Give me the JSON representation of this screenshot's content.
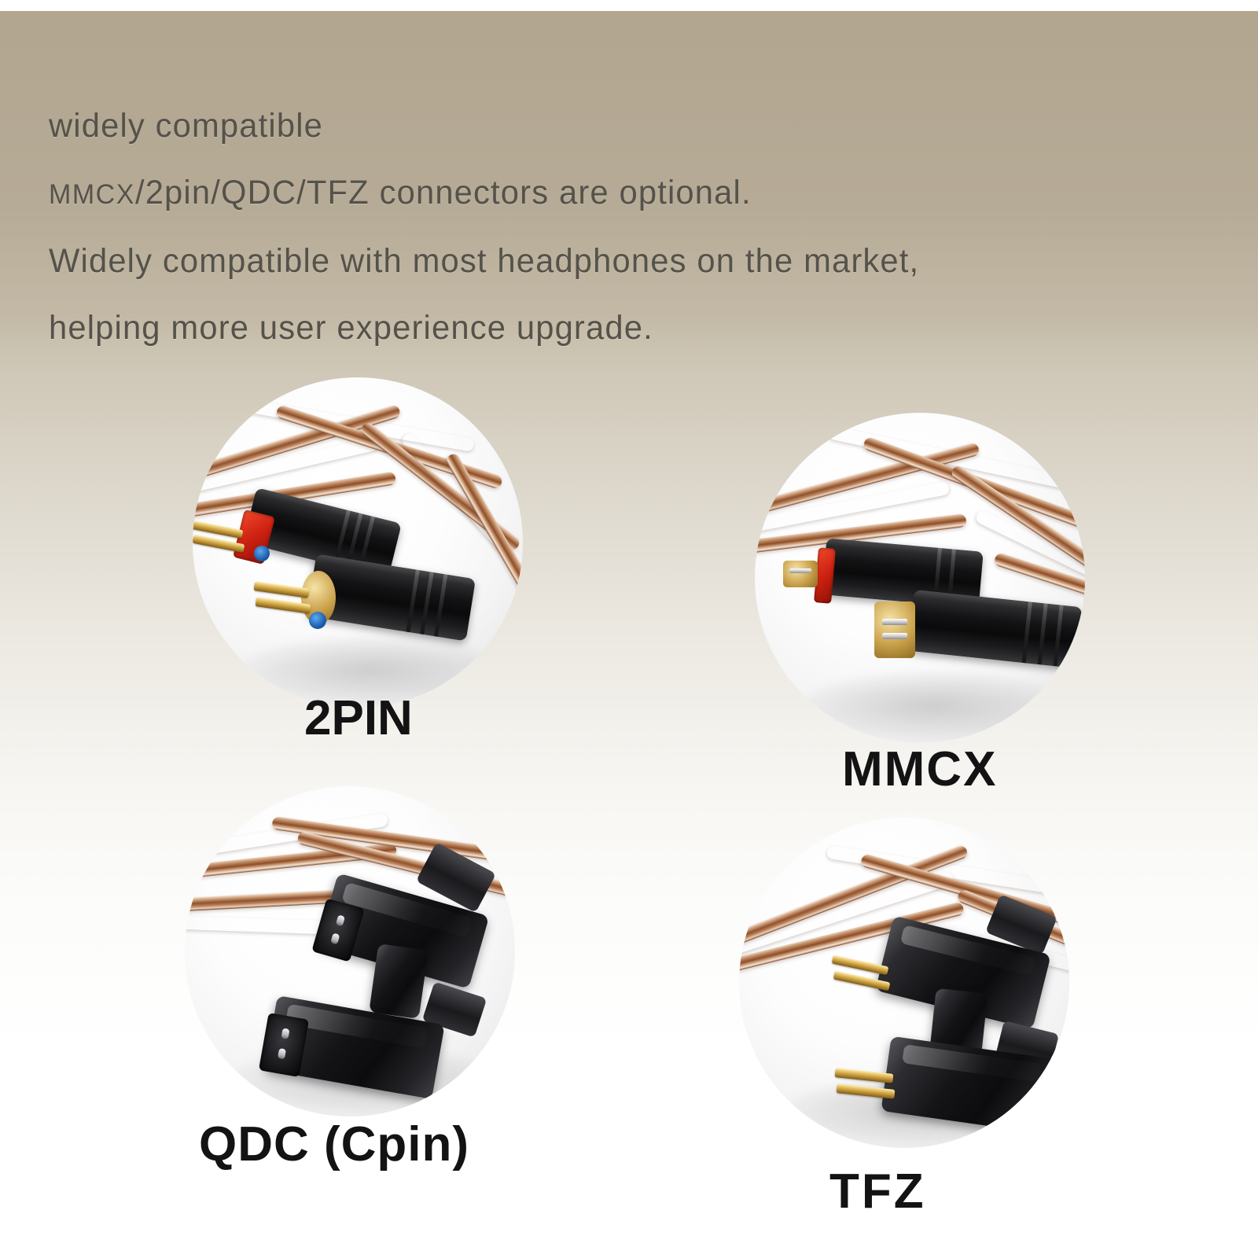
{
  "background": {
    "top_color": "#b2a68f",
    "bottom_color": "#ffffff",
    "text_color": "#55524a"
  },
  "headline": {
    "lines": [
      "widely compatible",
      "MMCX/2pin/QDC/TFZ connectors are optional.",
      "Widely compatible with most headphones on the market,",
      "helping more user experience upgrade."
    ],
    "line2_smallcaps_prefix": "MMCX",
    "line2_rest": "/2pin/QDC/TFZ connectors are optional."
  },
  "connectors": [
    {
      "label": "2PIN",
      "photo_name": "2pin-connector-photo",
      "description": "Two black cylindrical 2-pin connectors with gold plated flat pins, red and blue channel markers, copper braided cable",
      "accent_colors": [
        "#cf2212",
        "#1c5fae",
        "#c9a04a"
      ]
    },
    {
      "label": "MMCX",
      "photo_name": "mmcx-connector-photo",
      "description": "Black MMCX barrel connectors with red channel band and gold coaxial contacts, copper braided cable",
      "accent_colors": [
        "#cf2212",
        "#c9a04a"
      ]
    },
    {
      "label": "QDC (Cpin)",
      "photo_name": "qdc-connector-photo",
      "description": "Angled black plastic QDC housings with recessed two-hole sockets, copper braided cable",
      "accent_colors": [
        "#18181b",
        "#b9b9bd"
      ]
    },
    {
      "label": "TFZ",
      "photo_name": "tfz-connector-photo",
      "description": "Angled black TFZ housings with exposed gold flat pins, copper braided cable",
      "accent_colors": [
        "#18181b",
        "#c9a04a"
      ]
    }
  ]
}
